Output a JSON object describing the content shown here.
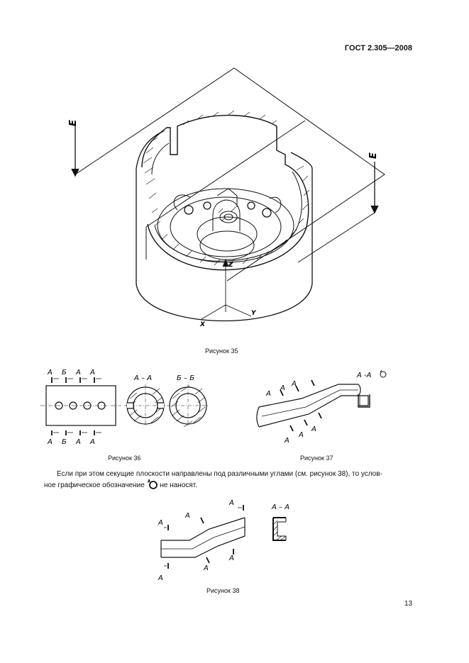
{
  "header": {
    "standard": "ГОСТ 2.305—2008"
  },
  "figures": {
    "fig35": {
      "caption": "Рисунок 35",
      "plane_label_left": "Е",
      "plane_label_right": "Е",
      "axis_x": "X",
      "axis_y": "Y",
      "axis_z": "Z"
    },
    "fig36": {
      "caption": "Рисунок 36",
      "top_labels": [
        "А",
        "Б",
        "А",
        "А"
      ],
      "bottom_labels": [
        "А",
        "Б",
        "А",
        "А"
      ],
      "section_aa": "А – А",
      "section_bb": "Б – Б"
    },
    "fig37": {
      "caption": "Рисунок 37",
      "top_labels": [
        "А",
        "А",
        "А"
      ],
      "bottom_labels": [
        "А",
        "А",
        "А"
      ],
      "section_title": "А -А"
    },
    "fig38": {
      "caption": "Рисунок 38",
      "labels_top": [
        "А",
        "А",
        "А"
      ],
      "labels_bottom": [
        "А",
        "А",
        "А"
      ],
      "section_title": "А – А"
    }
  },
  "paragraph": {
    "line1": "Если при этом секущие плоскости направлены под различными углами (см. рисунок 38), то услов-",
    "line2_before": "ное графическое обозначение",
    "line2_after": "не наносят."
  },
  "page_number": "13"
}
